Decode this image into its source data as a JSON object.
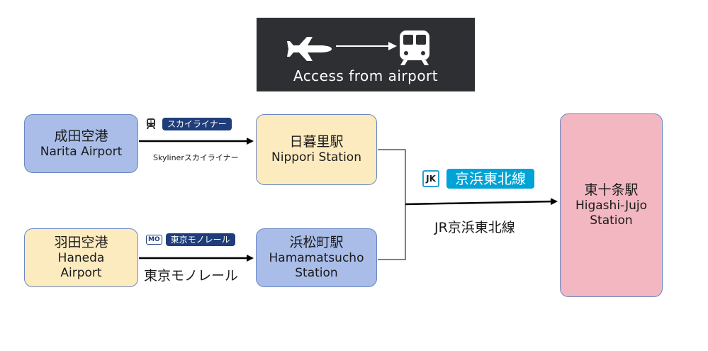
{
  "banner": {
    "caption": "Access from airport",
    "plane_icon": "airplane-icon",
    "train_icon": "train-icon"
  },
  "stations": {
    "narita": {
      "ja": "成田空港",
      "en": "Narita Airport"
    },
    "haneda": {
      "ja": "羽田空港",
      "en_line1": "Haneda",
      "en_line2": "Airport"
    },
    "nippori": {
      "ja": "日暮里駅",
      "en": "Nippori Station"
    },
    "hamamatsucho": {
      "ja": "浜松町駅",
      "en_line1": "Hamamatsucho",
      "en_line2": "Station"
    },
    "higashi_jujo": {
      "ja": "東十条駅",
      "en_line1": "Higashi-Jujo",
      "en_line2": "Station"
    }
  },
  "lines": {
    "skyliner": {
      "badge": "スカイライナー",
      "label": "Skylinerスカイライナー"
    },
    "monorail": {
      "icon_text": "MO",
      "badge": "東京モノレール",
      "label": "東京モノレール"
    },
    "keihin_tohoku": {
      "icon_text": "JK",
      "badge": "京浜東北線",
      "label": "JR京浜東北線"
    }
  },
  "colors": {
    "banner_bg": "#2e2f33",
    "airport_box": "#a9bde8",
    "station_box": "#fdebc0",
    "destination_box": "#f3b7c2",
    "badge_navy": "#1f3d7a",
    "jk_blue": "#00a3d6"
  }
}
